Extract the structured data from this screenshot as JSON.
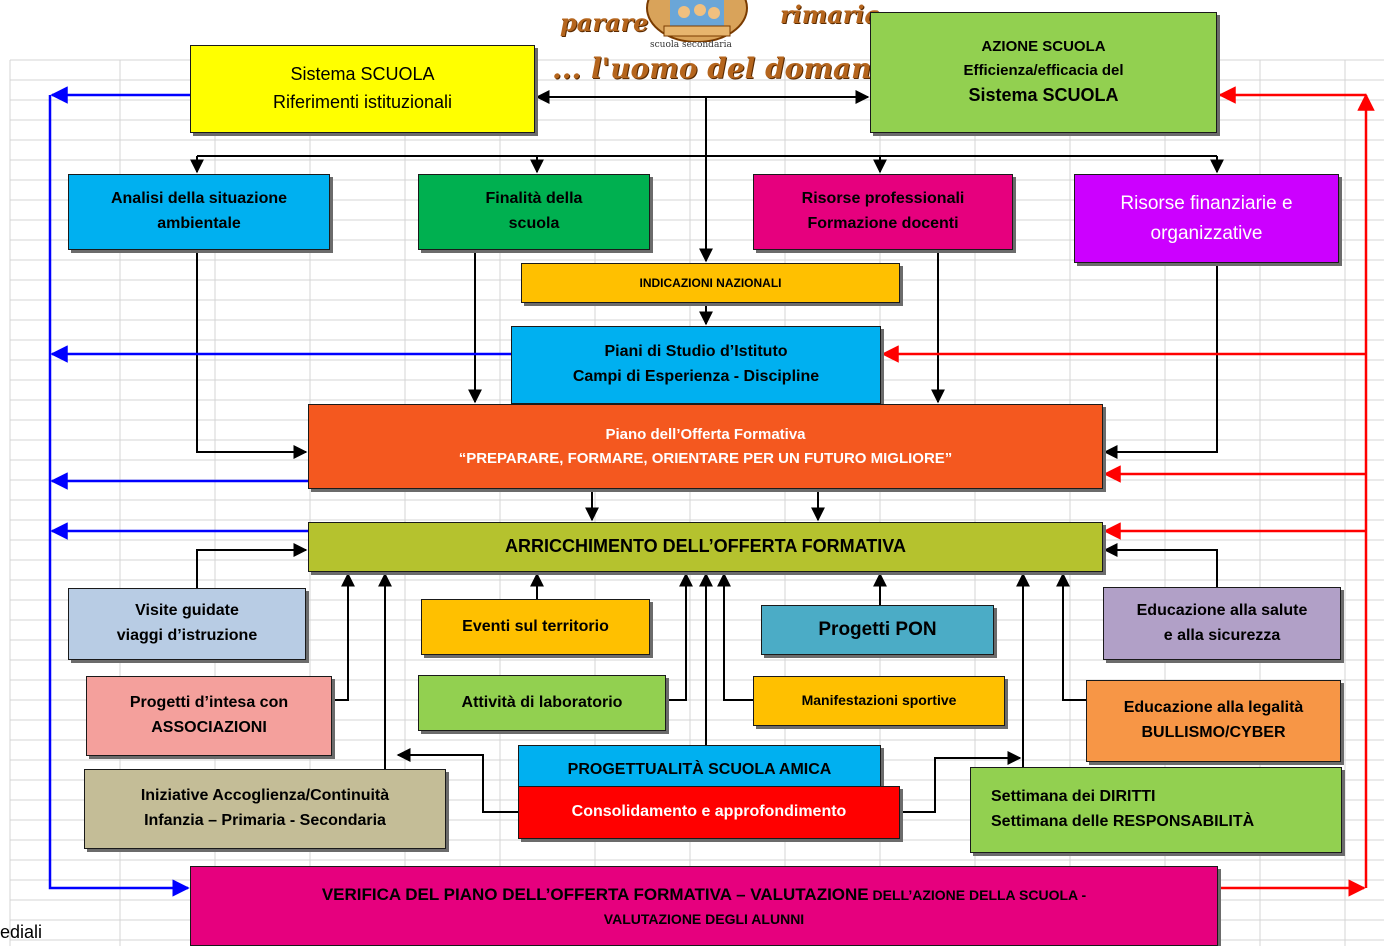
{
  "logo": {
    "word_left": "parare",
    "word_right": "rimaria",
    "tag": "scuola secondaria",
    "motto": "... l'uomo del domani !"
  },
  "boxes": {
    "sistema": {
      "line1": "Sistema SCUOLA",
      "line2": "Riferimenti  istituzionali"
    },
    "azione": {
      "line1": "AZIONE SCUOLA",
      "line2": "Efficienza/efficacia del",
      "line3": "Sistema SCUOLA"
    },
    "analisi": {
      "line1": "Analisi della situazione",
      "line2": "ambientale"
    },
    "finalita": {
      "line1": "Finalità della",
      "line2": "scuola"
    },
    "risorse_prof": {
      "line1": "Risorse professionali",
      "line2": "Formazione docenti"
    },
    "risorse_fin": {
      "line1": "Risorse finanziarie e",
      "line2": "organizzative"
    },
    "indicazioni": {
      "line1": "INDICAZIONI  NAZIONALI"
    },
    "piani": {
      "line1": "Piani di Studio d’Istituto",
      "line2": "Campi di Esperienza - Discipline"
    },
    "pof": {
      "line1": "Piano dell’Offerta Formativa",
      "line2": "“PREPARARE, FORMARE, ORIENTARE PER UN FUTURO MIGLIORE”"
    },
    "arricchimento": {
      "line1": "ARRICCHIMENTO DELL’OFFERTA FORMATIVA"
    },
    "visite": {
      "line1": "Visite guidate",
      "line2": "viaggi  d’istruzione"
    },
    "eventi": {
      "line1": "Eventi sul territorio"
    },
    "pon": {
      "line1": "Progetti PON"
    },
    "salute": {
      "line1": "Educazione alla salute",
      "line2": "e alla  sicurezza"
    },
    "intesa": {
      "line1": "Progetti  d’intesa con",
      "line2": "ASSOCIAZIONI"
    },
    "laboratorio": {
      "line1": "Attività di  laboratorio"
    },
    "sportive": {
      "line1": "Manifestazioni  sportive"
    },
    "legalita": {
      "line1": "Educazione  alla legalità",
      "line2": "BULLISMO/CYBER"
    },
    "accoglienza": {
      "line1": "Iniziative Accoglienza/Continuità",
      "line2": "Infanzia – Primaria - Secondaria"
    },
    "progettualita": {
      "line1": "PROGETTUALITÀ  SCUOLA AMICA"
    },
    "consolidamento": {
      "line1": "Consolidamento e  approfondimento"
    },
    "settimana": {
      "line1": "Settimana dei DIRITTI",
      "line2": "Settimana delle RESPONSABILITÀ"
    },
    "verifica": {
      "line1a": "VERIFICA DEL PIANO DELL’OFFERTA FORMATIVA – VALUTAZIONE",
      "line1b": " DELL’AZIONE DELLA SCUOLA  -",
      "line2": "VALUTAZIONE DEGLI ALUNNI"
    }
  },
  "fragment_text": "ediali",
  "colors": {
    "sistema": "#ffff00",
    "azione": "#92d050",
    "analisi": "#00b0f0",
    "finalita": "#00b050",
    "risorse_prof": "#e6007e",
    "risorse_fin": "#cc00ff",
    "indicazioni": "#ffc000",
    "piani": "#00b0f0",
    "pof": "#f4581f",
    "arricchimento": "#b5c22e",
    "visite": "#b8cce4",
    "eventi": "#ffc000",
    "pon": "#4bacc6",
    "salute": "#b1a0c7",
    "intesa": "#f4a09c",
    "laboratorio": "#92d050",
    "sportive": "#ffc000",
    "legalita": "#f79646",
    "accoglienza": "#c4bd97",
    "progettualita": "#00b0f0",
    "consolidamento": "#ff0000",
    "settimana": "#92d050",
    "verifica": "#e6007e",
    "arrow_black": "#000000",
    "arrow_blue": "#0000ff",
    "arrow_red": "#ff0000"
  }
}
